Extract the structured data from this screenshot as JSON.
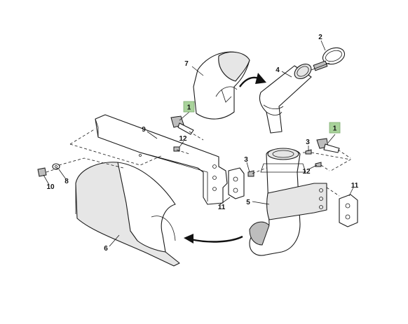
{
  "colors": {
    "highlight": "#a9d39b",
    "line": "#1a1a1a",
    "background": "#ffffff"
  },
  "callouts": {
    "c1a": "1",
    "c1b": "1",
    "c2": "2",
    "c3a": "3",
    "c3b": "3",
    "c4": "4",
    "c5": "5",
    "c6": "6",
    "c7": "7",
    "c8": "8",
    "c9": "9",
    "c10": "10",
    "c11a": "11",
    "c11b": "11",
    "c12a": "12",
    "c12b": "12"
  }
}
